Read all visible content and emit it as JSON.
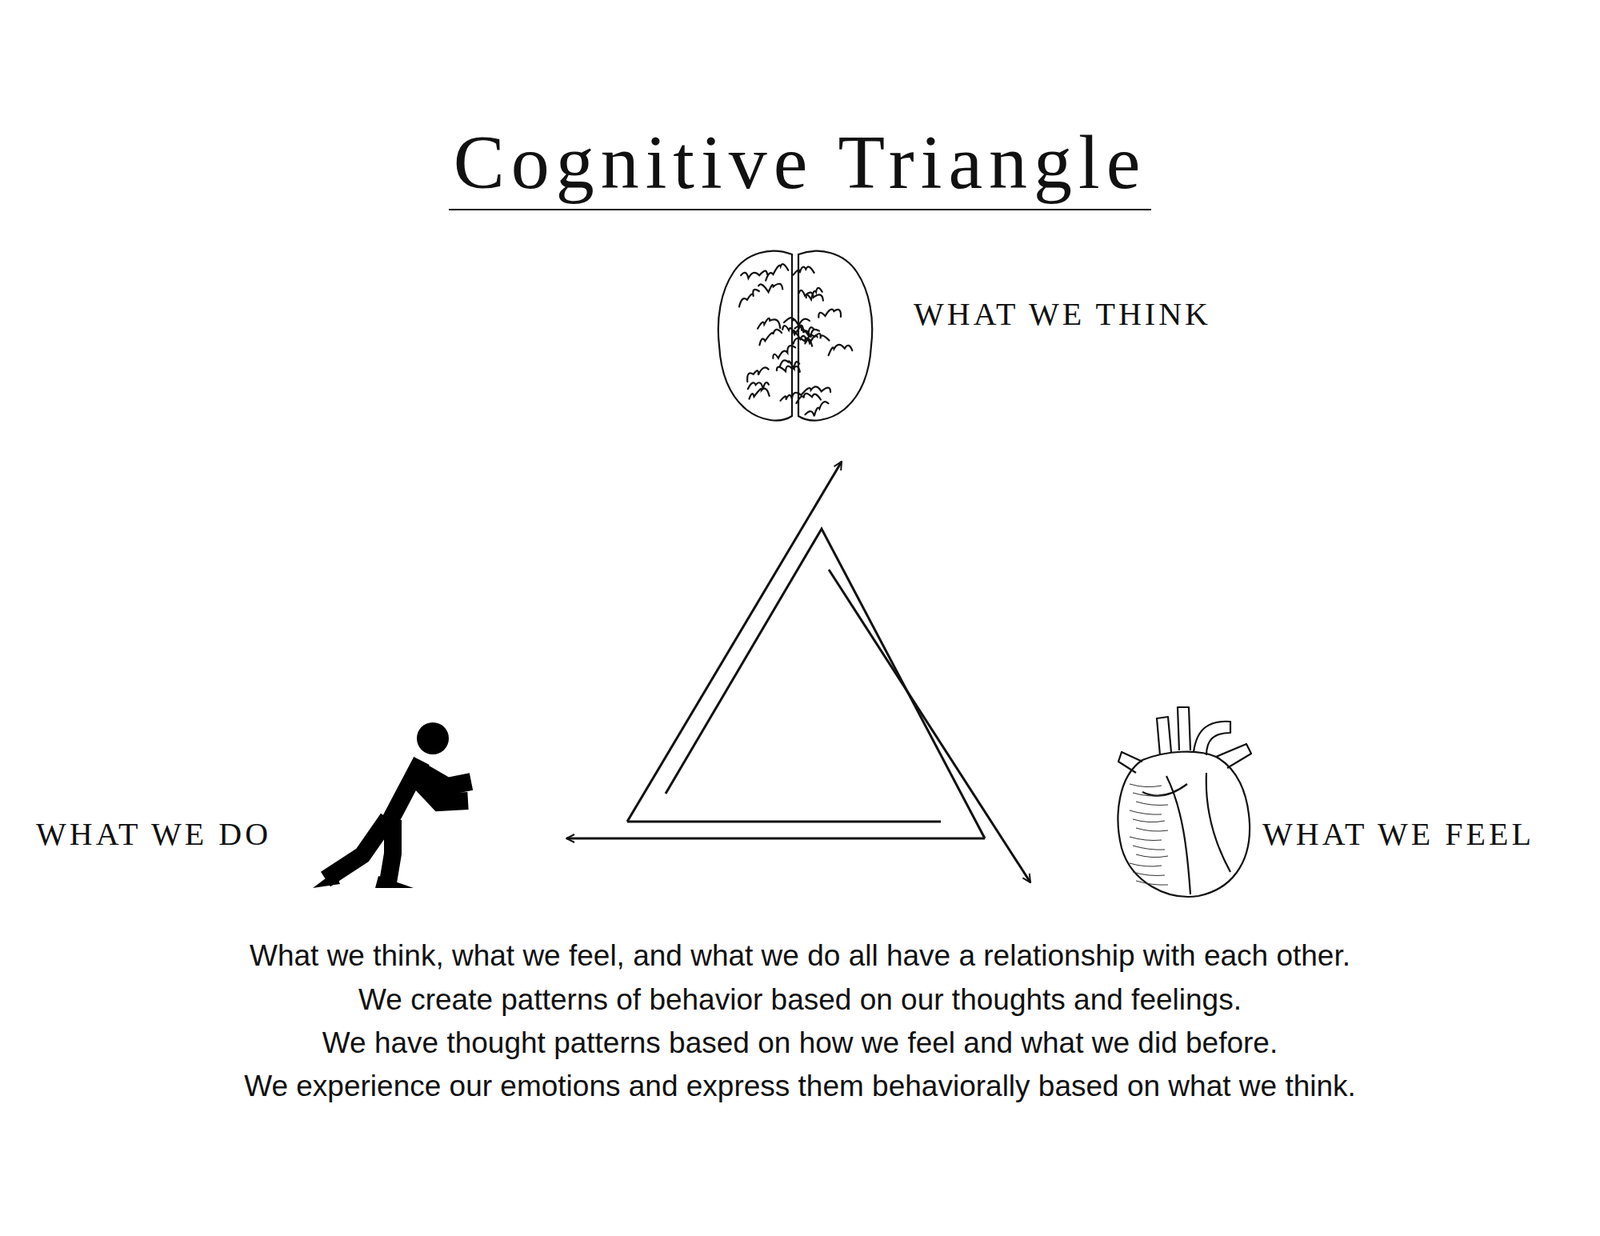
{
  "diagram": {
    "title": "Cognitive Triangle",
    "caption": "What we think, what we feel, and what we do all have a relationship with each other.",
    "nodes": [
      {
        "text": [
          "WHAT WE THINK"
        ]
      },
      {
        "text": [
          "WHAT WE DO"
        ]
      },
      {
        "text": [
          "WHAT WE FEEL"
        ]
      }
    ],
    "edges": [
      {
        "from": 1,
        "to": 0,
        "arrow": "to"
      },
      {
        "from": 0,
        "to": 2,
        "arrow": "to"
      },
      {
        "from": 2,
        "to": 1,
        "arrow": "to"
      }
    ],
    "labels": [
      "We create patterns of behavior based on our thoughts and feelings.",
      "We have thought patterns based on how we feel and what we did before.",
      "We experience our emotions and express them behaviorally based on what we think."
    ]
  }
}
